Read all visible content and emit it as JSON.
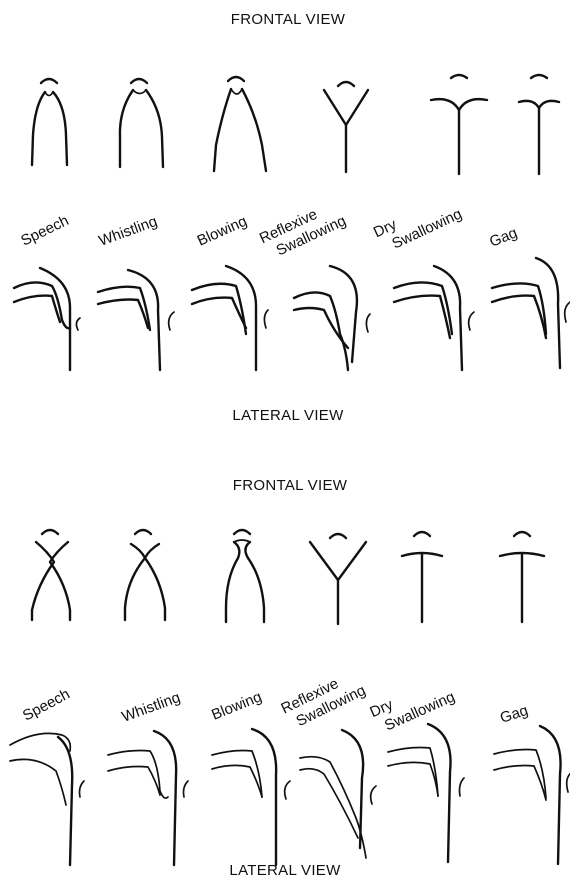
{
  "panels": [
    {
      "frontal_heading": "FRONTAL VIEW",
      "lateral_heading": "LATERAL VIEW",
      "activities": [
        "Speech",
        "Whistling",
        "Blowing",
        "Reflexive Swallowing",
        "Dry Swallowing",
        "Gag"
      ]
    },
    {
      "frontal_heading": "FRONTAL VIEW",
      "lateral_heading": "LATERAL VIEW",
      "activities": [
        "Speech",
        "Whistling",
        "Blowing",
        "Reflexive Swallowing",
        "Dry Swallowing",
        "Gag"
      ]
    }
  ]
}
